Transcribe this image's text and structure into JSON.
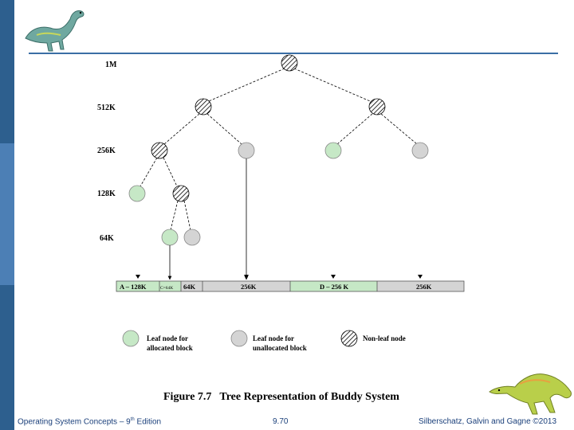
{
  "colors": {
    "allocated": "#c6e8c6",
    "unallocated": "#d4d4d4",
    "strip_top": "#2d5f8e",
    "strip_mid": "#4c7fb5",
    "strip_bottom": "#2d5f8e"
  },
  "levels": {
    "l1M": "1M",
    "l512K": "512K",
    "l256K": "256K",
    "l128K": "128K",
    "l64K": "64K"
  },
  "memory_bar": {
    "segA": "A – 128K",
    "segC": "C=64K",
    "seg64": "64K",
    "seg256a": "256K",
    "segD": "D – 256 K",
    "seg256b": "256K"
  },
  "legend": {
    "allocated_line1": "Leaf node for",
    "allocated_line2": "allocated block",
    "unallocated_line1": "Leaf node for",
    "unallocated_line2": "unallocated block",
    "nonleaf": "Non-leaf node"
  },
  "caption": {
    "figure": "Figure 7.7",
    "title": "Tree Representation of Buddy System"
  },
  "footer": {
    "book": "Operating System Concepts – 9",
    "edition_sup": "th",
    "edition": " Edition",
    "page": "9.70",
    "copyright": "Silberschatz, Galvin and Gagne ©2013"
  },
  "icons": {
    "top": "dinosaur-icon",
    "bottom": "dinosaur-icon"
  }
}
